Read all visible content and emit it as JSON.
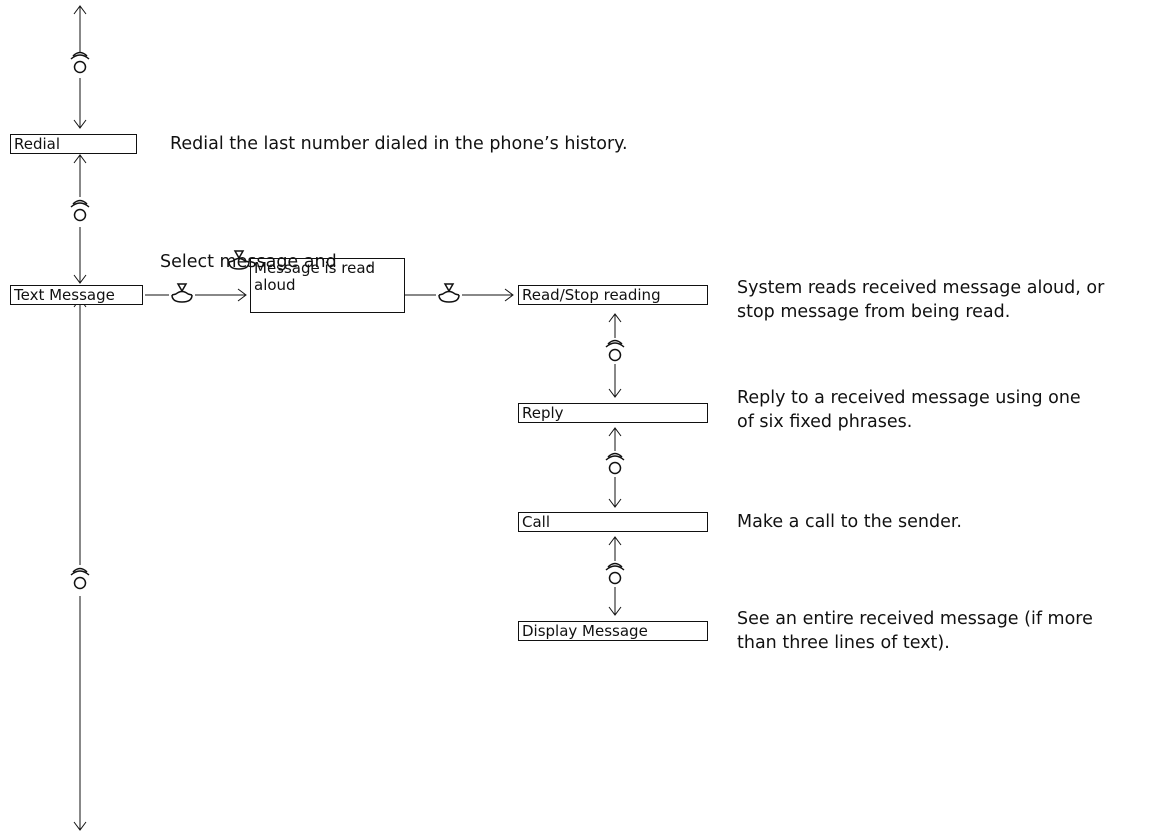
{
  "items": {
    "redial": "Redial",
    "text_message": "Text Message",
    "message_read_aloud_line1": "Message is read",
    "message_read_aloud_line2": "aloud",
    "read_stop": "Read/Stop reading",
    "reply": "Reply",
    "call": "Call",
    "display_message": "Display Message"
  },
  "notes": {
    "redial": "Redial the last number dialed in the phone’s history.",
    "select_message_prefix": "Select message and",
    "select_message_suffix": ".",
    "read_stop_line1": "System reads received message aloud, or",
    "read_stop_line2": "stop message from being read.",
    "reply_line1": "Reply to a received message using one",
    "reply_line2": "of six fixed phrases.",
    "call": "Make a call to the sender.",
    "display_line1": "See an entire received message (if more",
    "display_line2": "than three lines of text)."
  },
  "icons": {
    "rotate": "selector-knob-rotate-icon",
    "press": "selector-knob-press-icon"
  }
}
